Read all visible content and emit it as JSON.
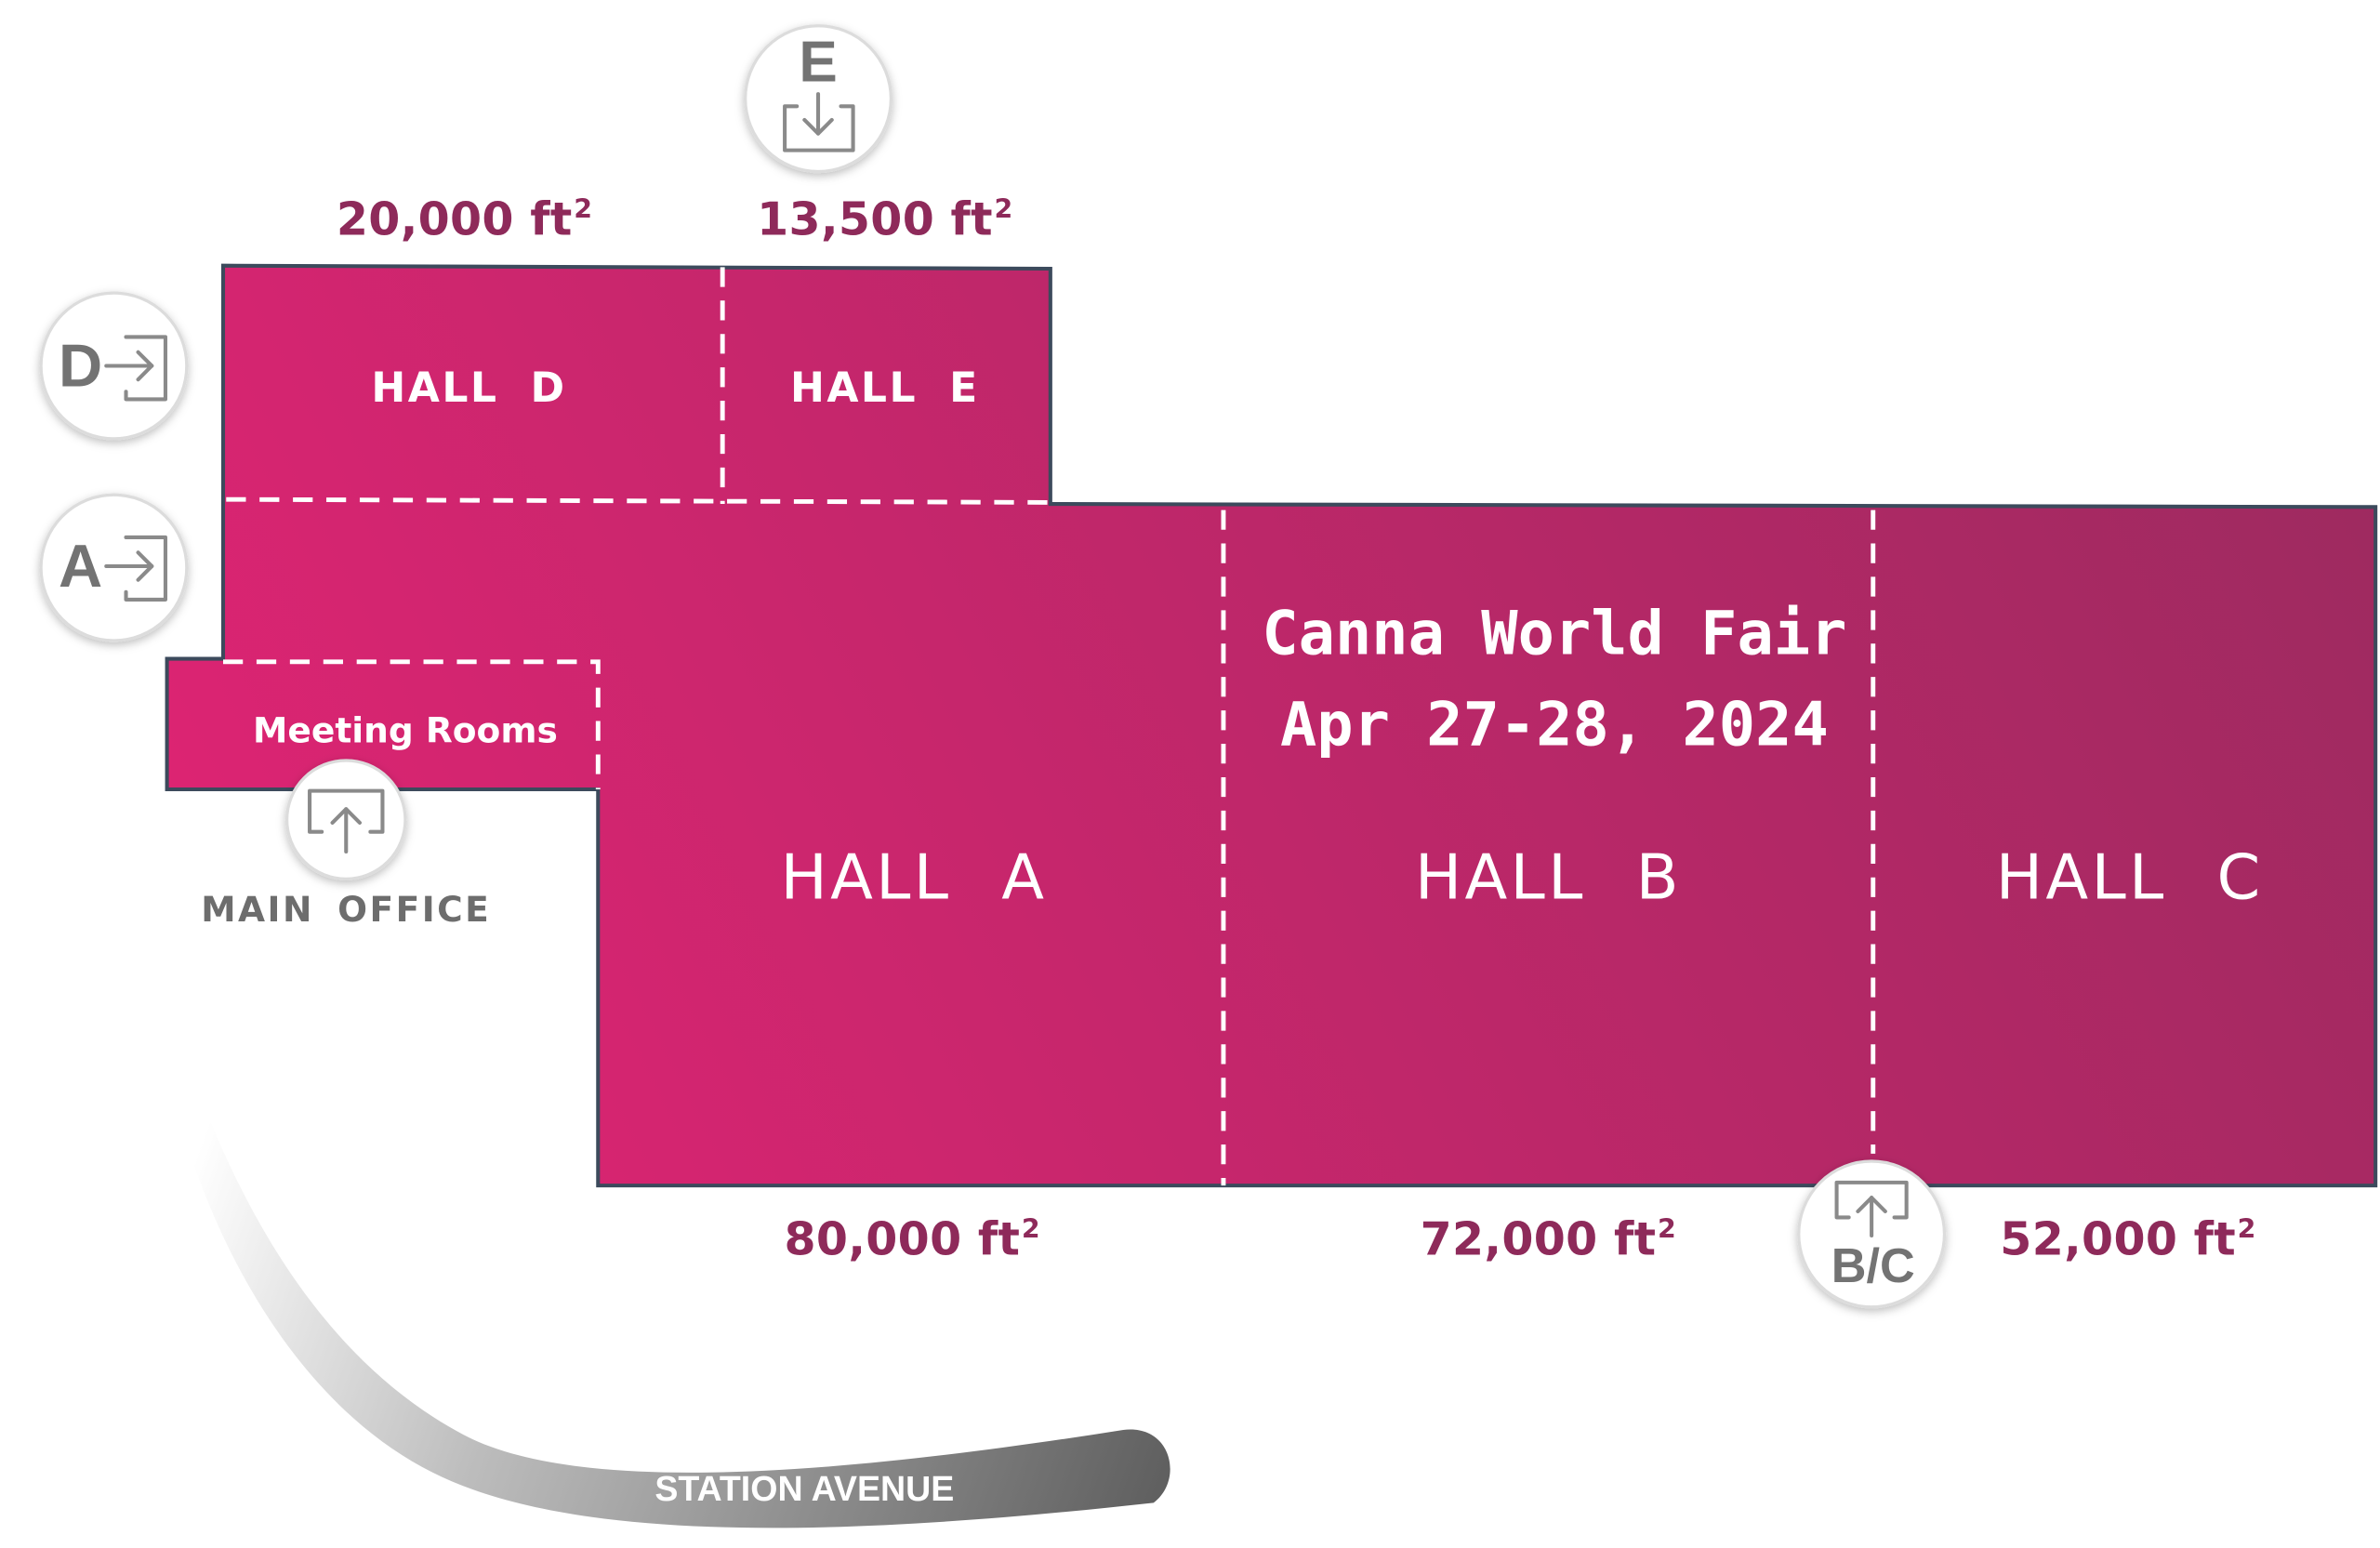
{
  "event": {
    "title": "Canna World Fair",
    "dates": "Apr 27-28, 2024"
  },
  "colors": {
    "hall_light": "#de2473",
    "hall_dark": "#9e2a60",
    "border": "#3c4a5c",
    "area_text": "#8e2a5a",
    "entrance_icon": "#8a8a8a",
    "road": "#6a6a6a"
  },
  "halls": {
    "hall_a": {
      "label": "HALL A",
      "area": "80,000 ft",
      "unit_sup": "2"
    },
    "hall_b": {
      "label": "HALL B",
      "area": "72,000 ft",
      "unit_sup": "2"
    },
    "hall_c": {
      "label": "HALL C",
      "area": "52,000 ft",
      "unit_sup": "2"
    },
    "hall_d": {
      "label": "HALL D",
      "area": "20,000 ft",
      "unit_sup": "2"
    },
    "hall_e": {
      "label": "HALL E",
      "area": "13,500 ft",
      "unit_sup": "2"
    }
  },
  "meeting_rooms": {
    "label": "Meeting Rooms"
  },
  "main_office": {
    "label": "MAIN OFFICE"
  },
  "street": {
    "label": "STATION AVENUE"
  },
  "entrances": {
    "d": {
      "letter": "D",
      "icon": "arrow-right-into-box-icon"
    },
    "a": {
      "letter": "A",
      "icon": "arrow-right-into-box-icon"
    },
    "e": {
      "letter": "E",
      "icon": "arrow-down-into-tray-icon"
    },
    "bc": {
      "letter": "B/C",
      "icon": "arrow-up-out-of-box-icon"
    },
    "office": {
      "icon": "arrow-up-out-of-box-icon"
    }
  }
}
